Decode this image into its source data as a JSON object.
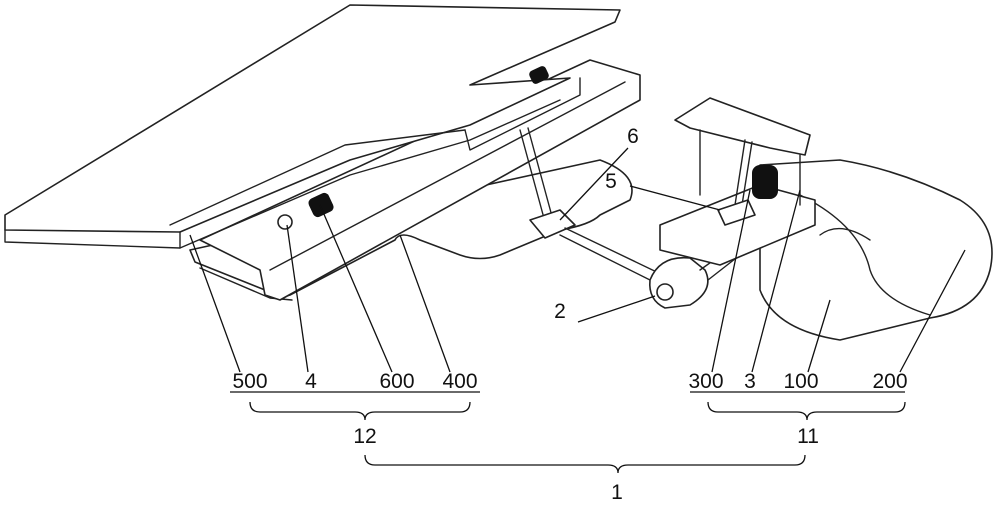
{
  "figure": {
    "labels": {
      "l500": "500",
      "l4": "4",
      "l600": "600",
      "l400": "400",
      "l12": "12",
      "l1": "1",
      "l6": "6",
      "l5": "5",
      "l2": "2",
      "l300": "300",
      "l3": "3",
      "l100": "100",
      "l200": "200",
      "l11": "11"
    }
  }
}
